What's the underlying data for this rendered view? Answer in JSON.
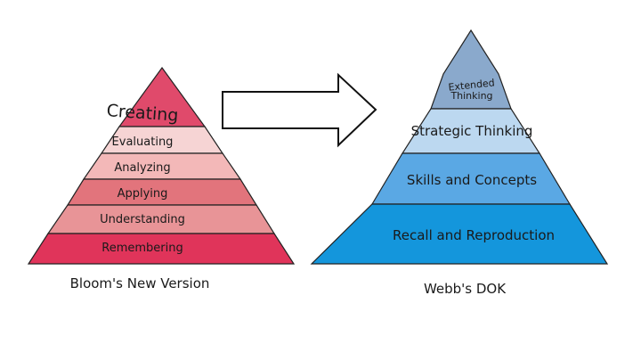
{
  "bloom": {
    "layers": [
      {
        "label": "Creating",
        "color": "#e04a6b"
      },
      {
        "label": "Evaluating",
        "color": "#f6d4d4"
      },
      {
        "label": "Analyzing",
        "color": "#f3b8b8"
      },
      {
        "label": "Applying",
        "color": "#e2747c"
      },
      {
        "label": "Understanding",
        "color": "#e89497"
      },
      {
        "label": "Remembering",
        "color": "#e0345a"
      }
    ],
    "caption": "Bloom's New Version"
  },
  "webb": {
    "layers": [
      {
        "label_line1": "Extended",
        "label_line2": "Thinking",
        "color": "#8aa9cc"
      },
      {
        "label": "Strategic Thinking",
        "color": "#bcd8f0"
      },
      {
        "label": "Skills and Concepts",
        "color": "#5aa8e4"
      },
      {
        "label": "Recall and Reproduction",
        "color": "#1496dc"
      }
    ],
    "caption": "Webb's DOK"
  },
  "arrow": {
    "color": "#ffffff",
    "stroke": "#111111"
  }
}
